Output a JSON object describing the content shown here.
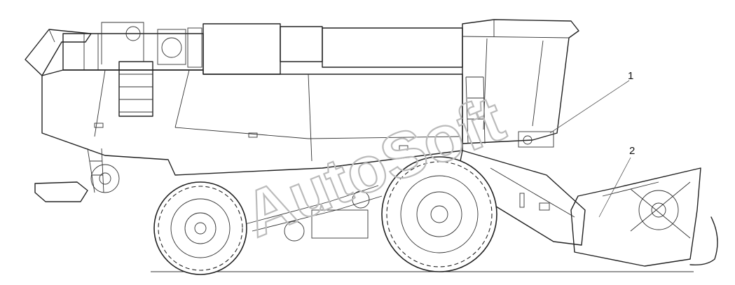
{
  "callouts": [
    {
      "number": "1"
    },
    {
      "number": "2"
    }
  ],
  "watermark": "AutoSoft",
  "colors": {
    "line": "#222222",
    "watermark": "#bbbbbb",
    "background": "#ffffff"
  }
}
